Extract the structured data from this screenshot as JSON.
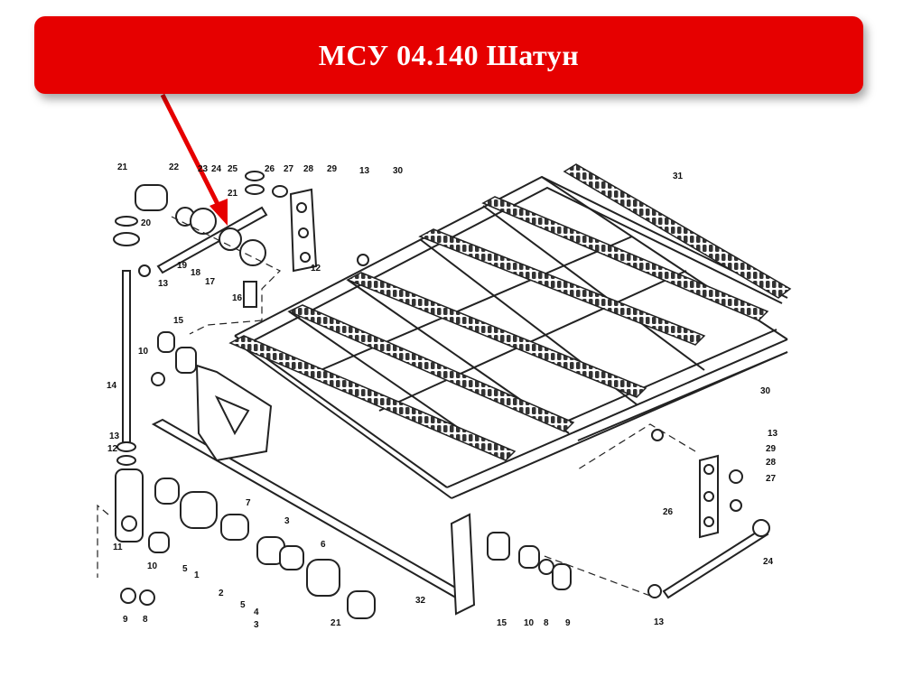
{
  "banner": {
    "title": "МСУ 04.140 Шатун",
    "color": "#e60000"
  },
  "arrow": {
    "color": "#e60000"
  },
  "diagram": {
    "callouts": [
      {
        "id": "c1",
        "label": "21"
      },
      {
        "id": "c2",
        "label": "22"
      },
      {
        "id": "c3",
        "label": "23"
      },
      {
        "id": "c4",
        "label": "24"
      },
      {
        "id": "c5",
        "label": "25"
      },
      {
        "id": "c6",
        "label": "26"
      },
      {
        "id": "c7",
        "label": "27"
      },
      {
        "id": "c8",
        "label": "28"
      },
      {
        "id": "c9",
        "label": "29"
      },
      {
        "id": "c10",
        "label": "13"
      },
      {
        "id": "c11",
        "label": "30"
      },
      {
        "id": "c12",
        "label": "31"
      },
      {
        "id": "c13",
        "label": "21"
      },
      {
        "id": "c14",
        "label": "20"
      },
      {
        "id": "c15",
        "label": "19"
      },
      {
        "id": "c16",
        "label": "18"
      },
      {
        "id": "c17",
        "label": "17"
      },
      {
        "id": "c18",
        "label": "13"
      },
      {
        "id": "c19",
        "label": "12"
      },
      {
        "id": "c20",
        "label": "16"
      },
      {
        "id": "c21",
        "label": "15"
      },
      {
        "id": "c22",
        "label": "10"
      },
      {
        "id": "c23",
        "label": "14"
      },
      {
        "id": "c24",
        "label": "13"
      },
      {
        "id": "c25",
        "label": "12"
      },
      {
        "id": "c26",
        "label": "11"
      },
      {
        "id": "c27",
        "label": "10"
      },
      {
        "id": "c28",
        "label": "9"
      },
      {
        "id": "c29",
        "label": "8"
      },
      {
        "id": "c30",
        "label": "5"
      },
      {
        "id": "c31",
        "label": "7"
      },
      {
        "id": "c32",
        "label": "3"
      },
      {
        "id": "c33",
        "label": "6"
      },
      {
        "id": "c34",
        "label": "1"
      },
      {
        "id": "c35",
        "label": "2"
      },
      {
        "id": "c36",
        "label": "5"
      },
      {
        "id": "c37",
        "label": "4"
      },
      {
        "id": "c38",
        "label": "3"
      },
      {
        "id": "c39",
        "label": "2"
      },
      {
        "id": "c40",
        "label": "1"
      },
      {
        "id": "c41",
        "label": "32"
      },
      {
        "id": "c42",
        "label": "15"
      },
      {
        "id": "c43",
        "label": "10"
      },
      {
        "id": "c44",
        "label": "8"
      },
      {
        "id": "c45",
        "label": "9"
      },
      {
        "id": "c46",
        "label": "30"
      },
      {
        "id": "c47",
        "label": "13"
      },
      {
        "id": "c48",
        "label": "29"
      },
      {
        "id": "c49",
        "label": "28"
      },
      {
        "id": "c50",
        "label": "27"
      },
      {
        "id": "c51",
        "label": "26"
      },
      {
        "id": "c52",
        "label": "24"
      },
      {
        "id": "c53",
        "label": "13"
      }
    ]
  }
}
